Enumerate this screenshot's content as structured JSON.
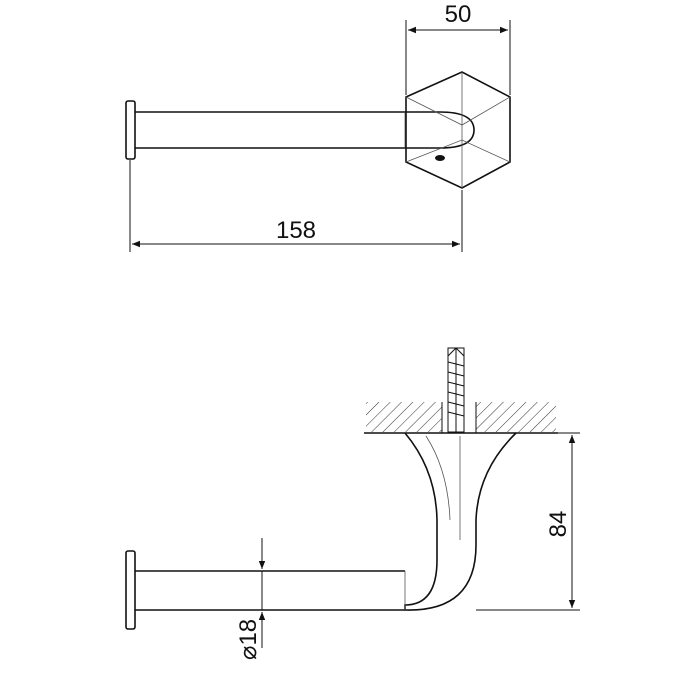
{
  "drawing": {
    "dimensions": {
      "width_top": "50",
      "length": "158",
      "height": "84",
      "diameter": "18",
      "diameter_symbol": "⌀"
    }
  }
}
